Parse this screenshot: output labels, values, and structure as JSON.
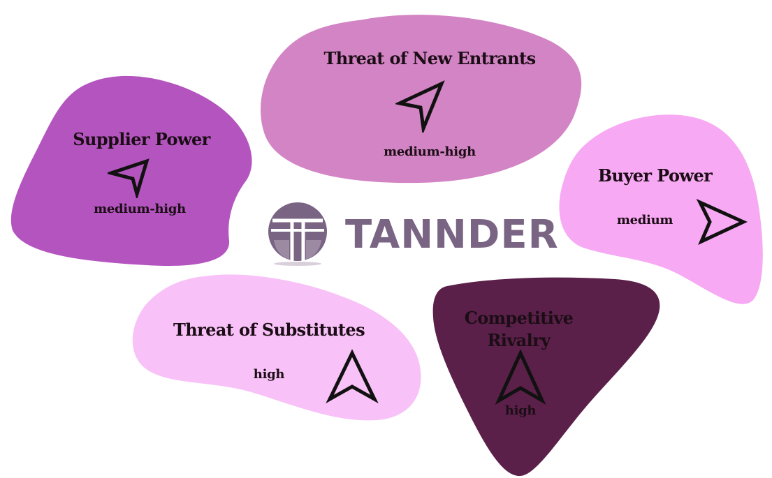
{
  "forces": {
    "new_entrants": {
      "title": "Threat of New Entrants",
      "level": "medium-high",
      "arrow_icon": "navigation-arrow-up-left-icon",
      "color": "#d384c4"
    },
    "supplier": {
      "title": "Supplier Power",
      "level": "medium-high",
      "arrow_icon": "navigation-arrow-up-left-icon",
      "color": "#b455bf"
    },
    "buyer": {
      "title": "Buyer Power",
      "level": "medium",
      "arrow_icon": "navigation-arrow-right-icon",
      "color": "#f7a9f3"
    },
    "substitutes": {
      "title": "Threat of Substitutes",
      "level": "high",
      "arrow_icon": "navigation-arrow-up-icon",
      "color": "#f8c1f7"
    },
    "rivalry": {
      "title": "Competitive Rivalry",
      "level": "high",
      "arrow_icon": "navigation-arrow-up-icon",
      "color": "#5b2049"
    }
  },
  "brand": {
    "name": "TANNDER",
    "logo_icon": "tannder-logo-icon",
    "color": "#7a6483"
  }
}
